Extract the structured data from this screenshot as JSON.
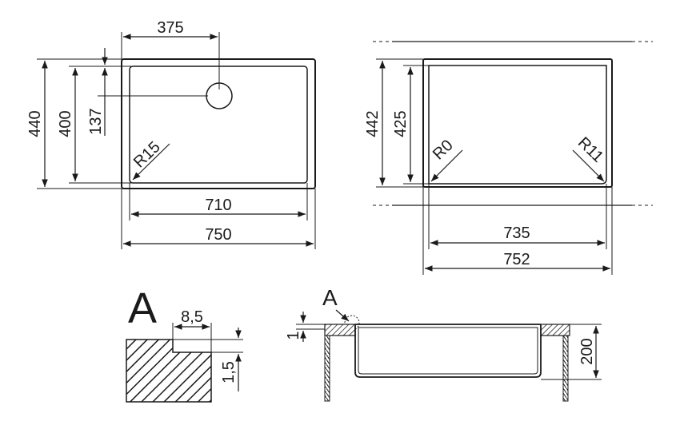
{
  "top_left": {
    "dim_hole_offset": "375",
    "dim_outer_depth": "440",
    "dim_inner_depth": "400",
    "dim_hole_from_top": "137",
    "dim_radius": "R15",
    "dim_inner_width": "710",
    "dim_outer_width": "750"
  },
  "top_right": {
    "dim_outer_depth": "442",
    "dim_inner_depth": "425",
    "dim_radius_left": "R0",
    "dim_radius_right": "R11",
    "dim_inner_width": "735",
    "dim_outer_width": "752"
  },
  "detail": {
    "label": "A",
    "dim_width": "8,5",
    "dim_height": "1,5"
  },
  "section": {
    "detail_ref": "A",
    "dim_lip": "1",
    "dim_depth": "200"
  },
  "colors": {
    "line": "#1a1a1a",
    "background": "#ffffff"
  }
}
